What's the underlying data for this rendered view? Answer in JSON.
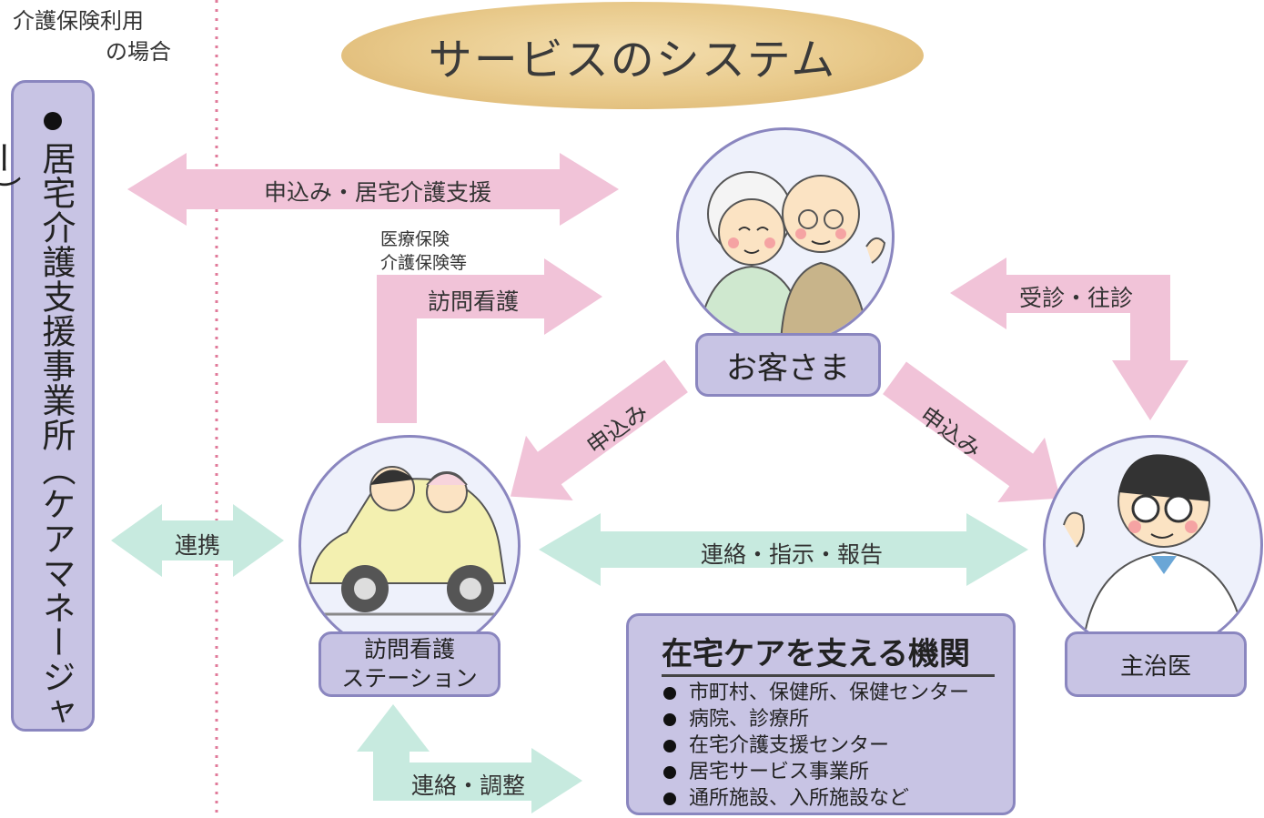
{
  "header": {
    "note_line1": "介護保険利用",
    "note_line2": "の場合",
    "title": "サービスのシステム"
  },
  "care_manager": {
    "label": "居宅介護支援事業所（ケアマネージャー）"
  },
  "nodes": {
    "customer": "お客さま",
    "station_line1": "訪問看護",
    "station_line2": "ステーション",
    "doctor": "主治医"
  },
  "arrows": {
    "application_support": "申込み・居宅介護支援",
    "insurance_line1": "医療保険",
    "insurance_line2": "介護保険等",
    "home_nursing": "訪問看護",
    "consult_visit": "受診・往診",
    "apply_left": "申込み",
    "apply_right": "申込み",
    "cooperation": "連携",
    "contact_instruct_report": "連絡・指示・報告",
    "contact_adjust": "連絡・調整"
  },
  "organizations": {
    "heading": "在宅ケアを支える機関",
    "items": [
      "市町村、保健所、保健センター",
      "病院、診療所",
      "在宅介護支援センター",
      "居宅サービス事業所",
      "通所施設、入所施設など"
    ]
  },
  "colors": {
    "pink_arrow": "#f1c3d8",
    "teal_arrow": "#c7eadf",
    "box_fill": "#c8c4e4",
    "box_border": "#8a86bf",
    "title_fill": "#e8c98a",
    "divider": "#e07a9a"
  }
}
